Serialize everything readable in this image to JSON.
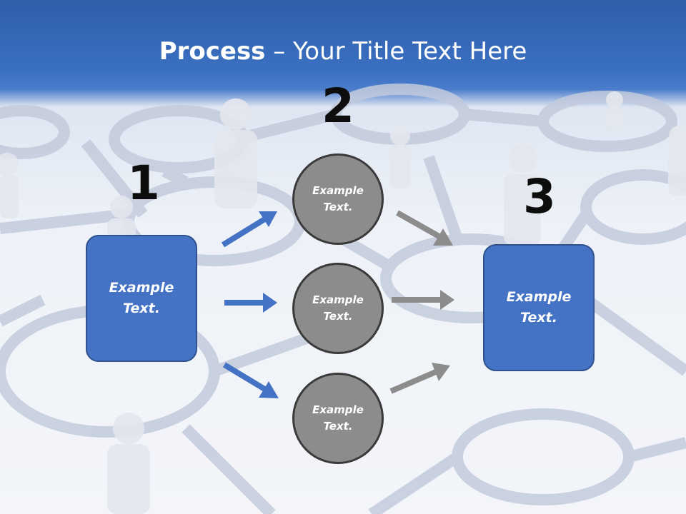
{
  "title": {
    "bold": "Process",
    "rest": " – Your Title Text Here"
  },
  "steps": [
    {
      "number": "1",
      "label": "Example\nText."
    },
    {
      "number": "2",
      "label": "Example\nText."
    },
    {
      "number": "3",
      "label": "Example\nText."
    }
  ],
  "circles": [
    {
      "label": "Example\nText."
    },
    {
      "label": "Example\nText."
    },
    {
      "label": "Example\nText."
    }
  ],
  "colors": {
    "blue": "#4472c4",
    "gray": "#8c8c8c",
    "arrow_blue": "#4472c4",
    "arrow_gray": "#8c8c8c"
  }
}
